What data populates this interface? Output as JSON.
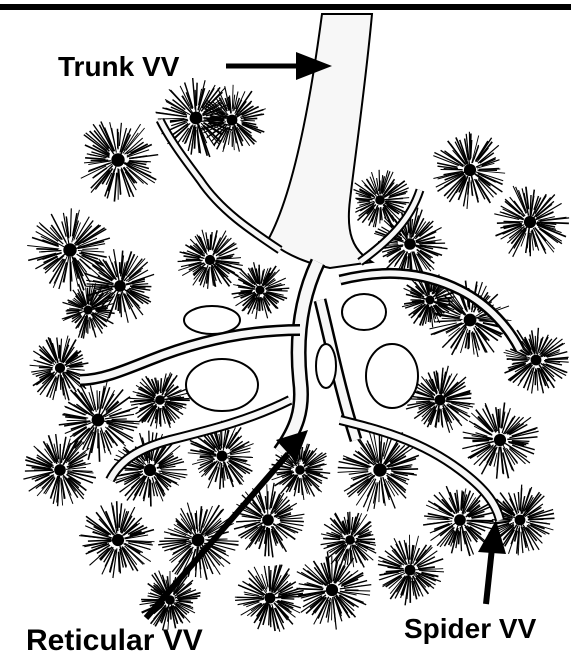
{
  "labels": {
    "trunk": "Trunk VV",
    "reticular": "Reticular VV",
    "spider": "Spider VV"
  },
  "colors": {
    "ink": "#000000",
    "paper": "#ffffff",
    "vein_fill": "#f7f7f7"
  },
  "icons": {
    "arrow": "arrow-icon"
  }
}
